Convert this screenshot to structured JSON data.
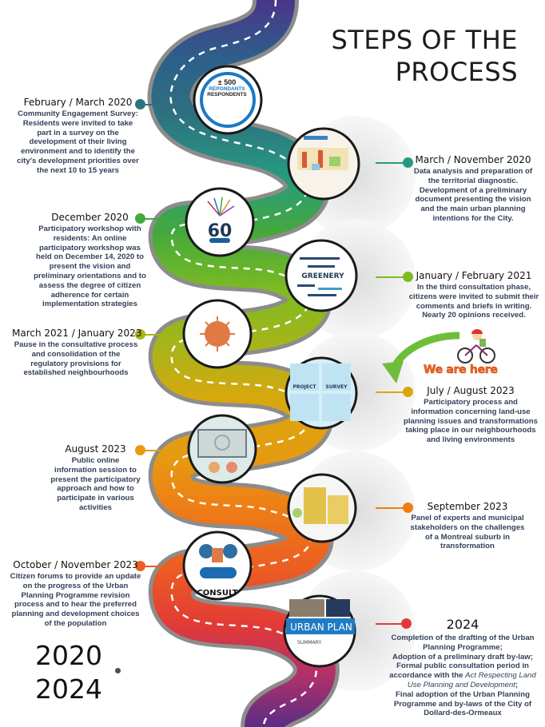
{
  "header": {
    "title_line1": "STEPS OF THE",
    "title_line2": "PROCESS"
  },
  "period": {
    "start_year": "2020",
    "end_year": "2024"
  },
  "marker": {
    "label": "We are here",
    "icon": "cyclist-icon",
    "arrow_icon": "green-curved-arrow-icon",
    "color": "#ef6a1a"
  },
  "respondents_badge": {
    "count": "± 500",
    "label_fr": "RÉPONDANTS",
    "label_en": "RESPONDENTS"
  },
  "steps": [
    {
      "date": "February / March 2020",
      "side": "left",
      "color": "#2e7180",
      "image": "respondents-badge",
      "description": "Community Engagement Survey: Residents were invited to take part in a survey on the development of their living environment and to identify the city's development priorities over the next 10 to 15 years"
    },
    {
      "date": "March / November 2020",
      "side": "right",
      "color": "#269a80",
      "image": "territorial-diagnostic-map",
      "description": "Data analysis and preparation of the territorial diagnostic. Development of a preliminary document presenting the vision and the main urban planning intentions for the City."
    },
    {
      "date": "December 2020",
      "side": "left",
      "color": "#45a83c",
      "image": "dollard-des-ormeaux-60-logo",
      "description": "Participatory workshop with residents: An online participatory workshop was held on December 14, 2020 to present the vision and preliminary orientations and to assess the degree of citizen adherence for certain implementation strategies"
    },
    {
      "date": "January / February 2021",
      "side": "right",
      "color": "#7dbb22",
      "image": "greenery-word-cloud",
      "description": "In the third consultation phase, citizens were invited to submit their comments and briefs in writing. Nearly 20 opinions received."
    },
    {
      "date": "March 2021 / January 2023",
      "side": "left",
      "color": "#a9b41a",
      "image": "virus-pause",
      "description": "Pause in the consultative process and consolidation of the regulatory provisions for established neighbourhoods"
    },
    {
      "date": "July / August 2023",
      "side": "right",
      "color": "#d9a70d",
      "image": "project-survey-panels",
      "description": "Participatory process and information concerning land-use planning issues and transformations taking place in our neighbourhoods and living environments"
    },
    {
      "date": "August 2023",
      "side": "left",
      "color": "#e69a12",
      "image": "online-session-screen",
      "description": "Public online information session to present the participatory approach and how to participate in various activities"
    },
    {
      "date": "September 2023",
      "side": "right",
      "color": "#ee7d16",
      "image": "urban-buildings-panel",
      "description": "Panel of experts and municipal stakeholders on the challenges of a Montreal suburb in transformation"
    },
    {
      "date": "October / November 2023",
      "side": "left",
      "color": "#ec5e22",
      "image": "consult-neighbourhood",
      "description": "Citizen forums to provide an update on the progress of the Urban Planning Programme revision process and to hear the preferred planning and development choices of the population"
    },
    {
      "date": "2024",
      "side": "right",
      "color": "#e23a36",
      "image": "urban-plan-document",
      "description_parts": [
        "Completion of the drafting of the Urban Planning Programme;",
        "Adoption of a preliminary draft by-law;",
        "Formal public consultation period in accordance with the ",
        "Act Respecting Land Use Planning and Development",
        ";",
        "Final adoption of the Urban Planning Programme and by-laws of the City of Dollard-des-Ormeaux"
      ]
    }
  ],
  "image_labels": {
    "greenery": "GREENERY",
    "project": "PROJECT",
    "survey": "SURVEY",
    "urban_plan": "URBAN PLAN",
    "summary": "SUMMARY",
    "consult": "CONSULT",
    "sixty": "60"
  },
  "road_colors": [
    "#4a3589",
    "#2d5f8a",
    "#2e7180",
    "#269a80",
    "#45a83c",
    "#7dbb22",
    "#a9b41a",
    "#d9a70d",
    "#e69a12",
    "#ee7d16",
    "#ec5e22",
    "#e23a36",
    "#b0306a",
    "#5a2d86"
  ]
}
